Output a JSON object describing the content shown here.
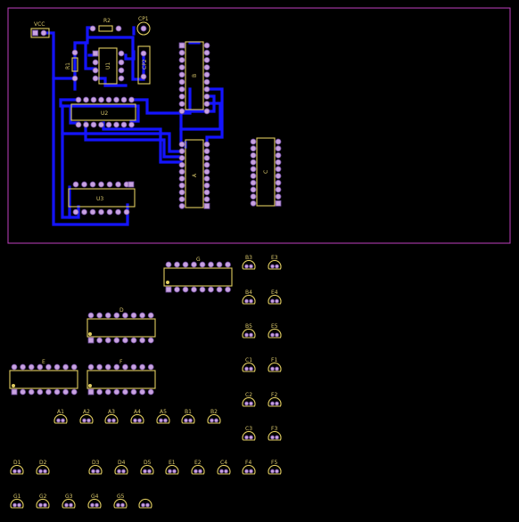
{
  "board": {
    "outline_color": "#c040c0",
    "trace_color": "#1414ff",
    "silk_color": "#e0cc60",
    "pad_color": "#c8a2e0"
  },
  "labels": {
    "vcc": "VCC",
    "r2": "R2",
    "r1": "R1",
    "u1": "U1",
    "cp1": "CP1",
    "cp2": "CP2",
    "u2": "U2",
    "u3": "U3",
    "b": "B",
    "a": "A",
    "c": "C",
    "g": "G",
    "d": "D",
    "e": "E",
    "f": "F"
  },
  "leds": [
    "B3",
    "E3",
    "B4",
    "E4",
    "B5",
    "E5",
    "C1",
    "F1",
    "C2",
    "F2",
    "C3",
    "F3",
    "A1",
    "A2",
    "A3",
    "A4",
    "A5",
    "B1",
    "B2",
    "D1",
    "D2",
    "D3",
    "D4",
    "D5",
    "E1",
    "E2",
    "C4",
    "F4",
    "F5",
    "G1",
    "G2",
    "G3",
    "G4",
    "G5"
  ],
  "led_labels_raw": [
    "D1",
    "D2",
    "D3",
    "D4",
    "D5",
    "E1",
    "E2",
    "C4",
    "F4",
    "F5",
    "G1",
    "G2",
    "G3",
    "G4",
    "G5"
  ]
}
